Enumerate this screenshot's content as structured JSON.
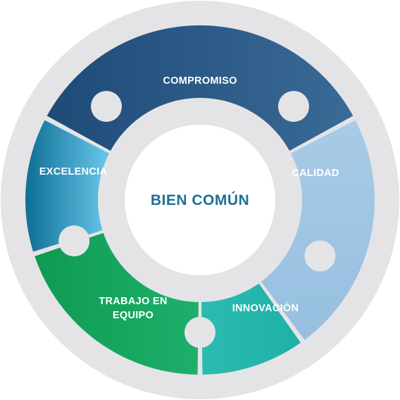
{
  "center": {
    "label": "BIEN COMÚN",
    "color": "#1f6f97"
  },
  "segments": [
    {
      "id": "compromiso",
      "lines": [
        "COMPROMISO"
      ],
      "color_from": "#1e4a78",
      "color_to": "#3a6a96"
    },
    {
      "id": "calidad",
      "lines": [
        "CALIDAD"
      ],
      "color_from": "#a8cbe6",
      "color_to": "#96bfe0"
    },
    {
      "id": "innovacion",
      "lines": [
        "INNOVACIÓN"
      ],
      "color_from": "#2abbb1",
      "color_to": "#1fb0a6"
    },
    {
      "id": "trabajo-en-equipo",
      "lines": [
        "TRABAJO EN",
        "EQUIPO"
      ],
      "color_from": "#0f9a54",
      "color_to": "#1db06a"
    },
    {
      "id": "excelencia",
      "lines": [
        "EXCELENCIA"
      ],
      "color_from": "#0e6f95",
      "color_to": "#6ccbee"
    }
  ],
  "colors": {
    "outer_ring": "#e4e4e6",
    "inner_ring": "#e4e4e6",
    "connector": "#e4e4e6",
    "background": "#ffffff"
  }
}
